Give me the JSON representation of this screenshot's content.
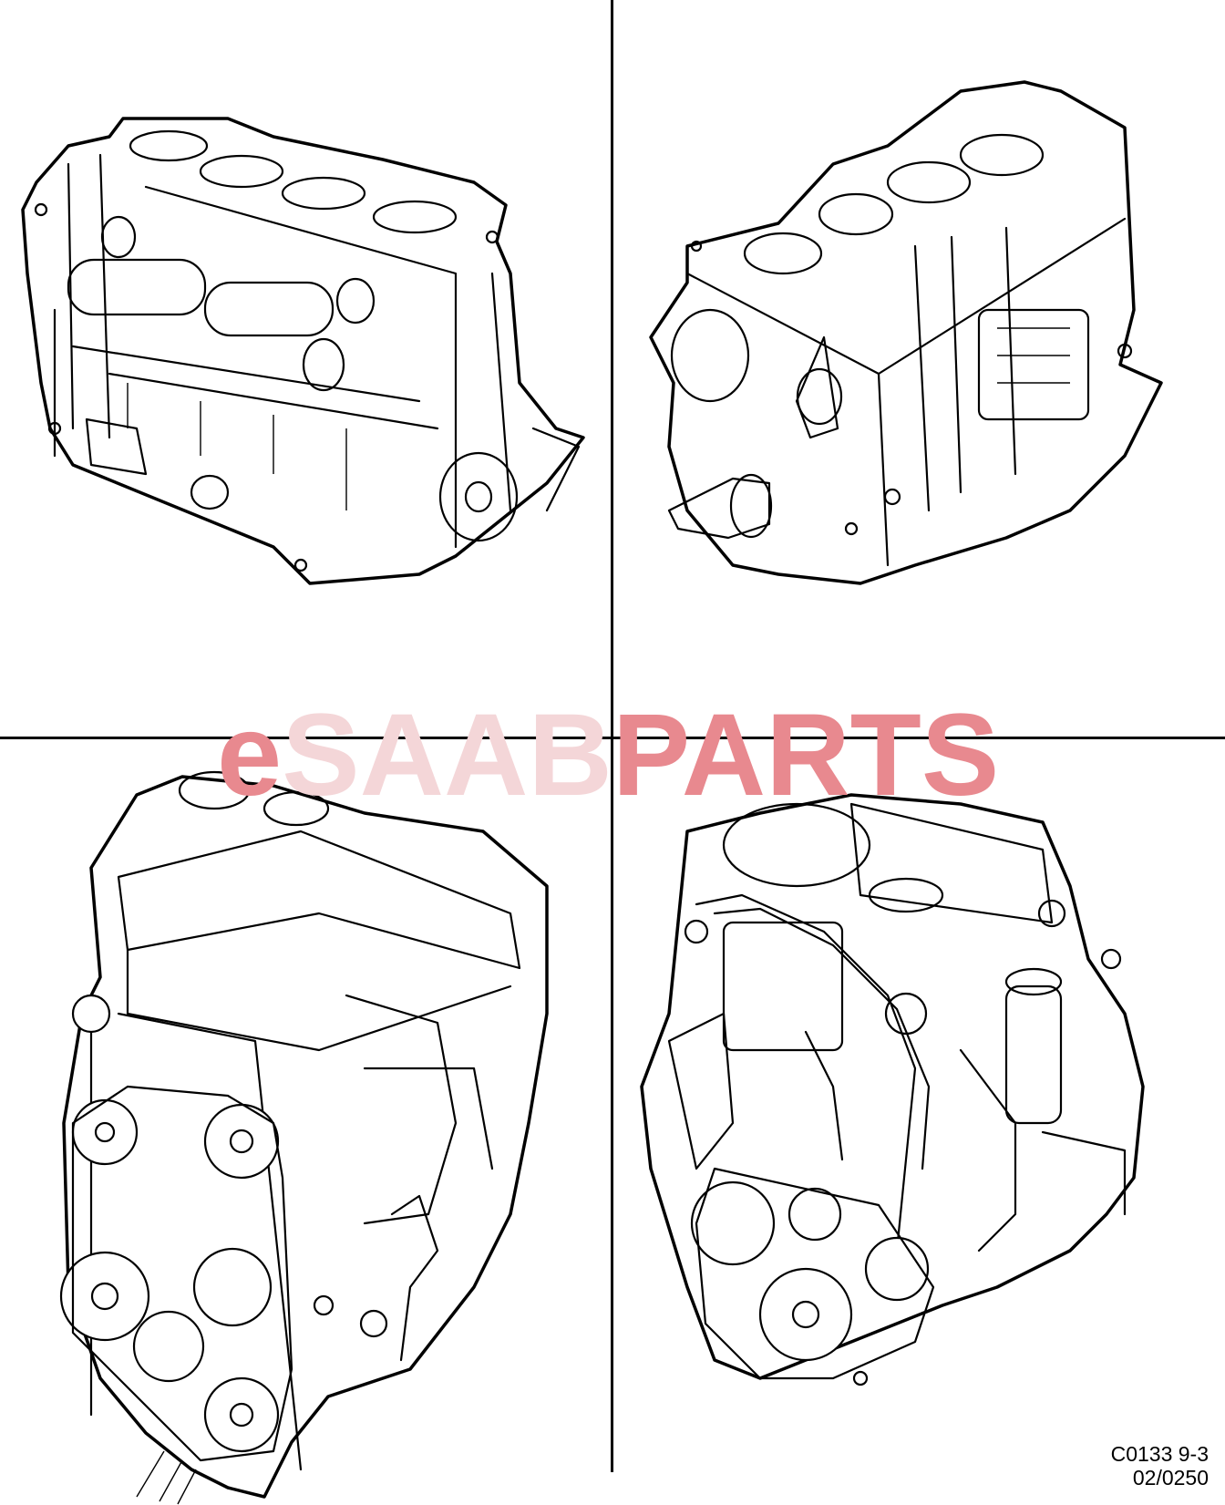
{
  "watermark": {
    "part1": "e",
    "part2": "SAAB",
    "part3": "PARTS",
    "color_main": "#e8898f",
    "color_saab": "#f4d6d8"
  },
  "reference": {
    "code": "C0133 9-3",
    "number": "02/0250"
  },
  "views": [
    {
      "icon": "engine-short-block-front-icon"
    },
    {
      "icon": "engine-short-block-rear-icon"
    },
    {
      "icon": "engine-complete-front-icon"
    },
    {
      "icon": "engine-complete-rear-icon"
    }
  ]
}
